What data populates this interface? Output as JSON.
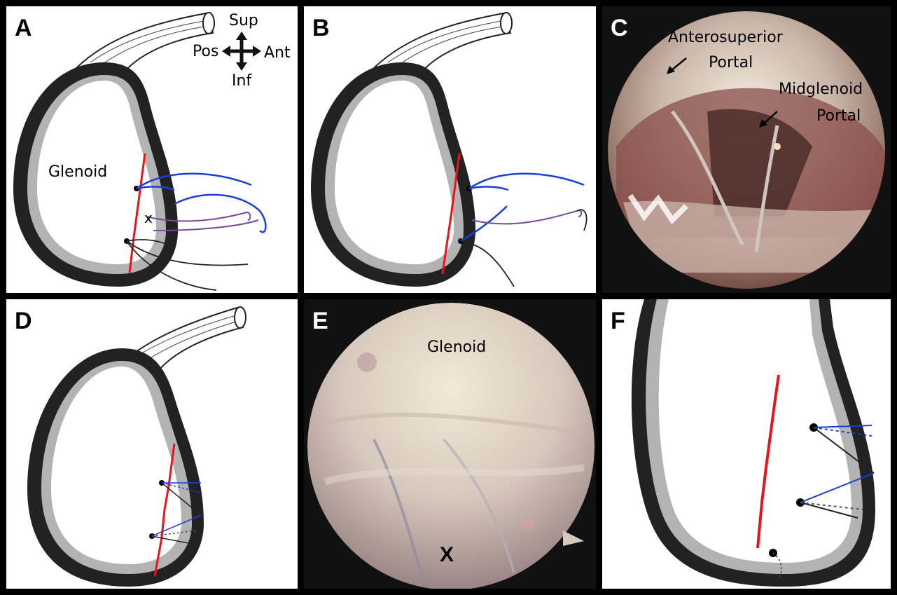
{
  "panels": {
    "A": {
      "label": "A",
      "compass": {
        "up": "Sup",
        "left": "Pos",
        "right": "Ant",
        "down": "Inf"
      },
      "glenoid_label": "Glenoid",
      "x_mark": "x"
    },
    "B": {
      "label": "B"
    },
    "C": {
      "label": "C",
      "portal1_line1": "Anterosuperior",
      "portal1_line2": "Portal",
      "portal2_line1": "Midglenoid",
      "portal2_line2": "Portal"
    },
    "D": {
      "label": "D"
    },
    "E": {
      "label": "E",
      "glenoid_label": "Glenoid",
      "x_mark": "X"
    },
    "F": {
      "label": "F"
    }
  },
  "colors": {
    "labrum_tear": "#e8141c",
    "suture_blue": "#1a3fd8",
    "suture_purple": "#7a4a9a",
    "rim_black": "#222222",
    "cartilage_grey": "#b3b3b3"
  }
}
